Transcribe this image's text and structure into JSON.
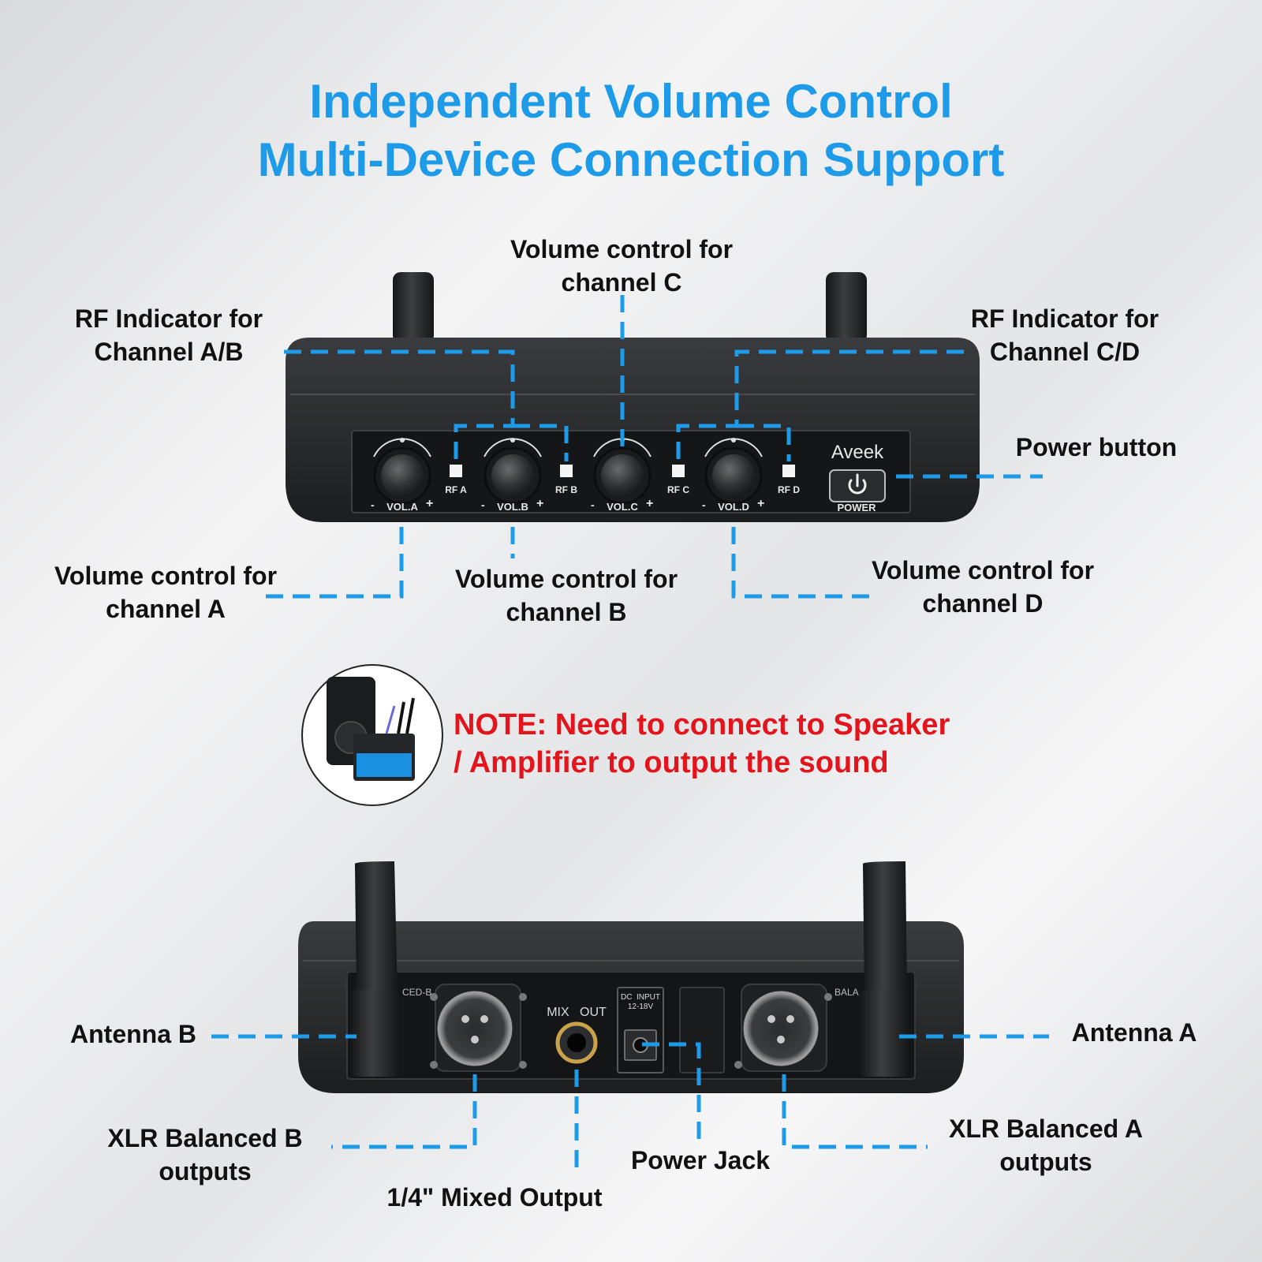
{
  "title": {
    "line1": "Independent Volume Control",
    "line2": "Multi-Device Connection Support"
  },
  "colors": {
    "accent_blue": "#1e9be8",
    "note_red": "#e3141b",
    "device_black": "#1d1e20"
  },
  "top_labels": {
    "vol_c_1": "Volume control for",
    "vol_c_2": "channel C",
    "rf_ab_1": "RF Indicator for",
    "rf_ab_2": "Channel A/B",
    "rf_cd_1": "RF Indicator for",
    "rf_cd_2": "Channel C/D",
    "power_button": "Power button",
    "vol_a_1": "Volume control for",
    "vol_a_2": "channel A",
    "vol_b_1": "Volume control for",
    "vol_b_2": "channel B",
    "vol_d_1": "Volume control for",
    "vol_d_2": "channel D"
  },
  "front_panel": {
    "brand": "Aveek",
    "knobs": [
      "VOL.A",
      "VOL.B",
      "VOL.C",
      "VOL.D"
    ],
    "rf": [
      "RF A",
      "RF B",
      "RF C",
      "RF D"
    ],
    "power": "POWER",
    "minus": "-",
    "plus": "+"
  },
  "note": {
    "line1": "NOTE: Need to connect to Speaker",
    "line2": "/ Amplifier to output the sound"
  },
  "bottom_labels": {
    "antenna_b": "Antenna B",
    "antenna_a": "Antenna A",
    "xlr_b_1": "XLR Balanced B",
    "xlr_b_2": "outputs",
    "mixed_output": "1/4\" Mixed Output",
    "power_jack": "Power Jack",
    "xlr_a_1": "XLR Balanced A",
    "xlr_a_2": "outputs"
  },
  "rear_panel": {
    "mix_out": "MIX   OUT",
    "dc_input_1": "DC  INPUT",
    "dc_input_2": "12-18V",
    "ced_b": "CED-B",
    "bala": "BALA"
  }
}
